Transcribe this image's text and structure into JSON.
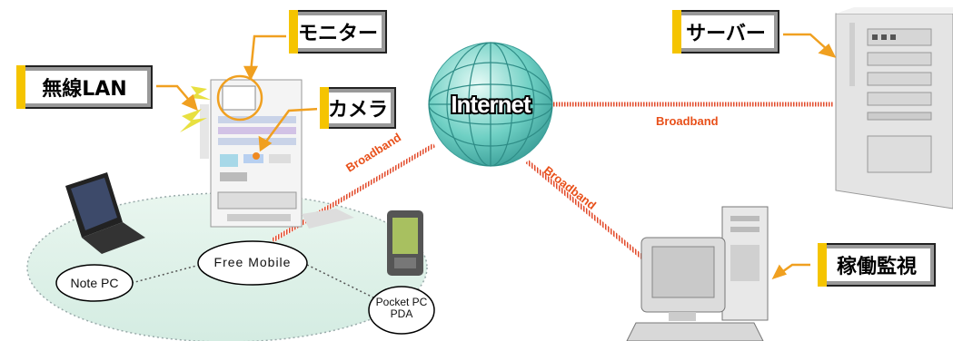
{
  "labels": {
    "monitor": "モニター",
    "wireless_lan": "無線LAN",
    "camera": "カメラ",
    "server": "サーバー",
    "monitoring": "稼働監視",
    "internet": "Internet"
  },
  "links": {
    "server": "Broadband",
    "vending": "Broadband",
    "workstation": "Broadband"
  },
  "nodes": {
    "note_pc": "Note PC",
    "free_mobile": "Free Mobile",
    "pocket_pc_line1": "Pocket PC",
    "pocket_pc_line2": "PDA"
  },
  "colors": {
    "label_accent": "#f5c400",
    "arrow": "#f0a020",
    "broadband_link": "#e8501a",
    "globe": "#5fc8c0"
  }
}
